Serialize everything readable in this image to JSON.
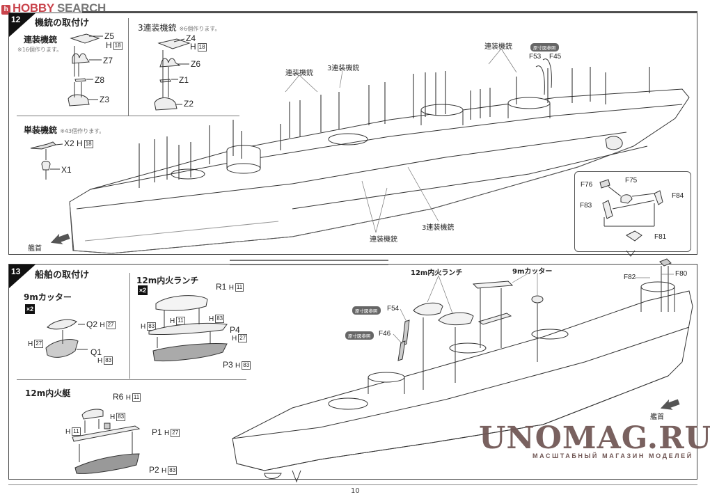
{
  "header": {
    "logo_mark": "h",
    "logo_hobby": "HOBBY",
    "logo_search": "SEARCH"
  },
  "step12": {
    "number": "12",
    "title": "機銃の取付け",
    "twin_mg": {
      "title": "連装機銃",
      "note": "※16個作ります。",
      "parts": [
        {
          "label": "Z5",
          "h": "H",
          "h_num": "18"
        },
        {
          "label": "Z7"
        },
        {
          "label": "Z8"
        },
        {
          "label": "Z3"
        }
      ]
    },
    "triple_mg": {
      "title": "3連装機銃",
      "note": "※6個作ります。",
      "parts": [
        {
          "label": "Z4",
          "h": "H",
          "h_num": "18"
        },
        {
          "label": "Z6"
        },
        {
          "label": "Z1"
        },
        {
          "label": "Z2"
        }
      ]
    },
    "single_mg": {
      "title": "単装機銃",
      "note": "※43個作ります。",
      "parts": [
        {
          "label": "X2",
          "h": "H",
          "h_num": "18"
        },
        {
          "label": "X1"
        }
      ]
    },
    "callouts": {
      "twin_1": "連装機銃",
      "triple_1": "3連装機銃",
      "twin_2": "連装機銃",
      "ref_pill": "原寸図参照",
      "f53": "F53",
      "f45": "F45",
      "triple_bottom": "3連装機銃",
      "twin_bottom": "連装機銃",
      "bow": "艦首"
    },
    "inset": {
      "parts": [
        "F76",
        "F75",
        "F84",
        "F83",
        "F81"
      ]
    }
  },
  "step13": {
    "number": "13",
    "title": "船舶の取付け",
    "cutter": {
      "title": "9mカッター",
      "qty": "×2",
      "parts": [
        {
          "label": "Q2",
          "h": "H",
          "h_num": "27"
        },
        {
          "label": "Q1",
          "h": "H",
          "h_num": "83"
        },
        {
          "label": "",
          "h": "H",
          "h_num": "27"
        }
      ]
    },
    "launch": {
      "title": "12m内火ランチ",
      "qty": "×2",
      "parts": [
        {
          "label": "R1",
          "h": "H",
          "h_num": "11"
        },
        {
          "label": "",
          "h": "H",
          "h_num": "11"
        },
        {
          "label": "",
          "h": "H",
          "h_num": "83"
        },
        {
          "label": "",
          "h": "H",
          "h_num": "83"
        },
        {
          "label": "P4",
          "h": "H",
          "h_num": "27"
        },
        {
          "label": "P3",
          "h": "H",
          "h_num": "83"
        }
      ]
    },
    "motorboat": {
      "title": "12m内火艇",
      "parts": [
        {
          "label": "R6",
          "h": "H",
          "h_num": "11"
        },
        {
          "label": "",
          "h": "H",
          "h_num": "83"
        },
        {
          "label": "",
          "h": "H",
          "h_num": "11"
        },
        {
          "label": "P1",
          "h": "H",
          "h_num": "27"
        },
        {
          "label": "P2",
          "h": "H",
          "h_num": "83"
        }
      ]
    },
    "callouts": {
      "launch": "12m内火ランチ",
      "cutter": "9mカッター",
      "ref_pill_1": "原寸図参照",
      "f54": "F54",
      "ref_pill_2": "原寸図参照",
      "f46": "F46",
      "f82": "F82",
      "f80": "F80",
      "bow": "艦首"
    }
  },
  "watermark": {
    "title": "UNOMAG.RU",
    "subtitle": "МАСШТАБНЫЙ МАГАЗИН МОДЕЛЕЙ",
    "color": "#6e5452"
  },
  "footer": {
    "page_number": "10"
  },
  "colors": {
    "logo_red": "#c9444c",
    "frame": "#444444",
    "hull_shade": "#d9d9d9"
  }
}
